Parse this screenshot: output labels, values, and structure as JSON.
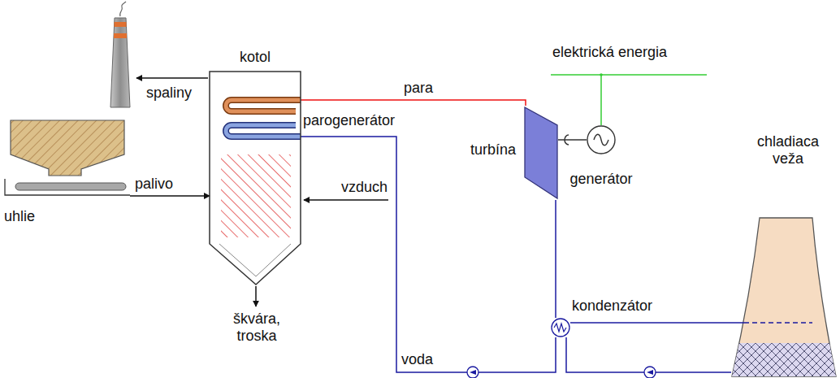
{
  "diagram": {
    "nodes": [
      {
        "text": [
          "kotol"
        ]
      },
      {
        "text": [
          "uhlie"
        ]
      },
      {
        "text": [
          "turbína"
        ]
      },
      {
        "text": [
          "generátor"
        ]
      },
      {
        "text": [
          "kondenzátor"
        ]
      },
      {
        "text": [
          "chladiaca veža"
        ]
      }
    ],
    "edges": [
      {
        "from": 1,
        "to": 0,
        "arrow": "to",
        "label": "palivo"
      },
      {
        "from": 0,
        "to": 2,
        "arrow": "none",
        "label": "para"
      },
      {
        "from": 2,
        "to": 4,
        "arrow": "none"
      },
      {
        "from": 4,
        "to": 0,
        "arrow": "none",
        "label": "voda"
      },
      {
        "from": 4,
        "to": 5,
        "arrow": "none"
      },
      {
        "from": 5,
        "to": 4,
        "arrow": "none"
      },
      {
        "from": 2,
        "to": 3,
        "arrow": "none"
      }
    ],
    "labels": [
      "spaliny",
      "parogenerátor",
      "vzduch",
      "škvára, troska",
      "elektrická energia"
    ]
  }
}
